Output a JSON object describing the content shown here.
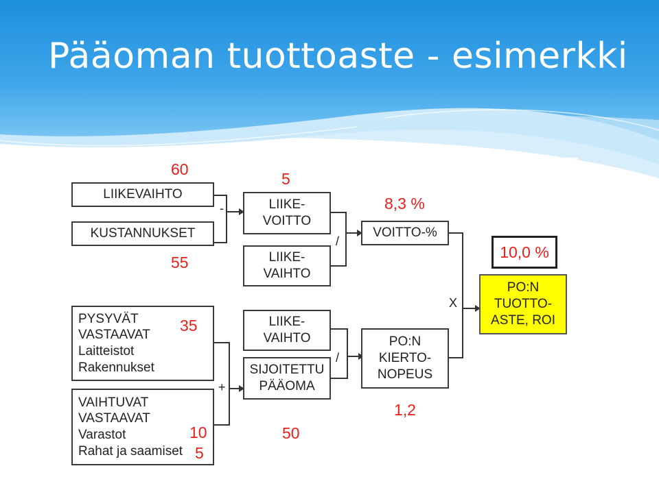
{
  "slide": {
    "title": "Pääoman tuottoaste - esimerkki"
  },
  "diagram": {
    "boxes": {
      "liikevaihto": "LIIKEVAIHTO",
      "kustannukset": "KUSTANNUKSET",
      "liikevoitto": "LIIKE-\nVOITTO",
      "liikevaihto2": "LIIKE-\nVAIHTO",
      "voitto_pct": "VOITTO-%",
      "pysyvat": "PYSYVÄT\nVASTAAVAT\nLaitteistot\nRakennukset",
      "vaihtuvat": "VAIHTUVAT\nVASTAAVAT\nVarastot\nRahat ja saamiset",
      "liikevaihto3": "LIIKE-\nVAIHTO",
      "sijoitettu": "SIJOITETTU\nPÄÄOMA",
      "kiertonopeus": "PO:N\nKIERTO-\nNOPEUS",
      "roi": "PO:N\nTUOTTO-\nASTE, ROI",
      "roi_value": "10,0 %"
    },
    "values": {
      "liikevaihto": "60",
      "kustannukset": "55",
      "liikevoitto": "5",
      "voitto_pct": "8,3 %",
      "pysyvat": "35",
      "varastot": "10",
      "rahat": "5",
      "sijoitettu": "50",
      "kiertonopeus": "1,2"
    },
    "operators": {
      "minus": "-",
      "divide_top": "/",
      "divide_bottom": "/",
      "plus": "+",
      "multiply": "X"
    }
  }
}
